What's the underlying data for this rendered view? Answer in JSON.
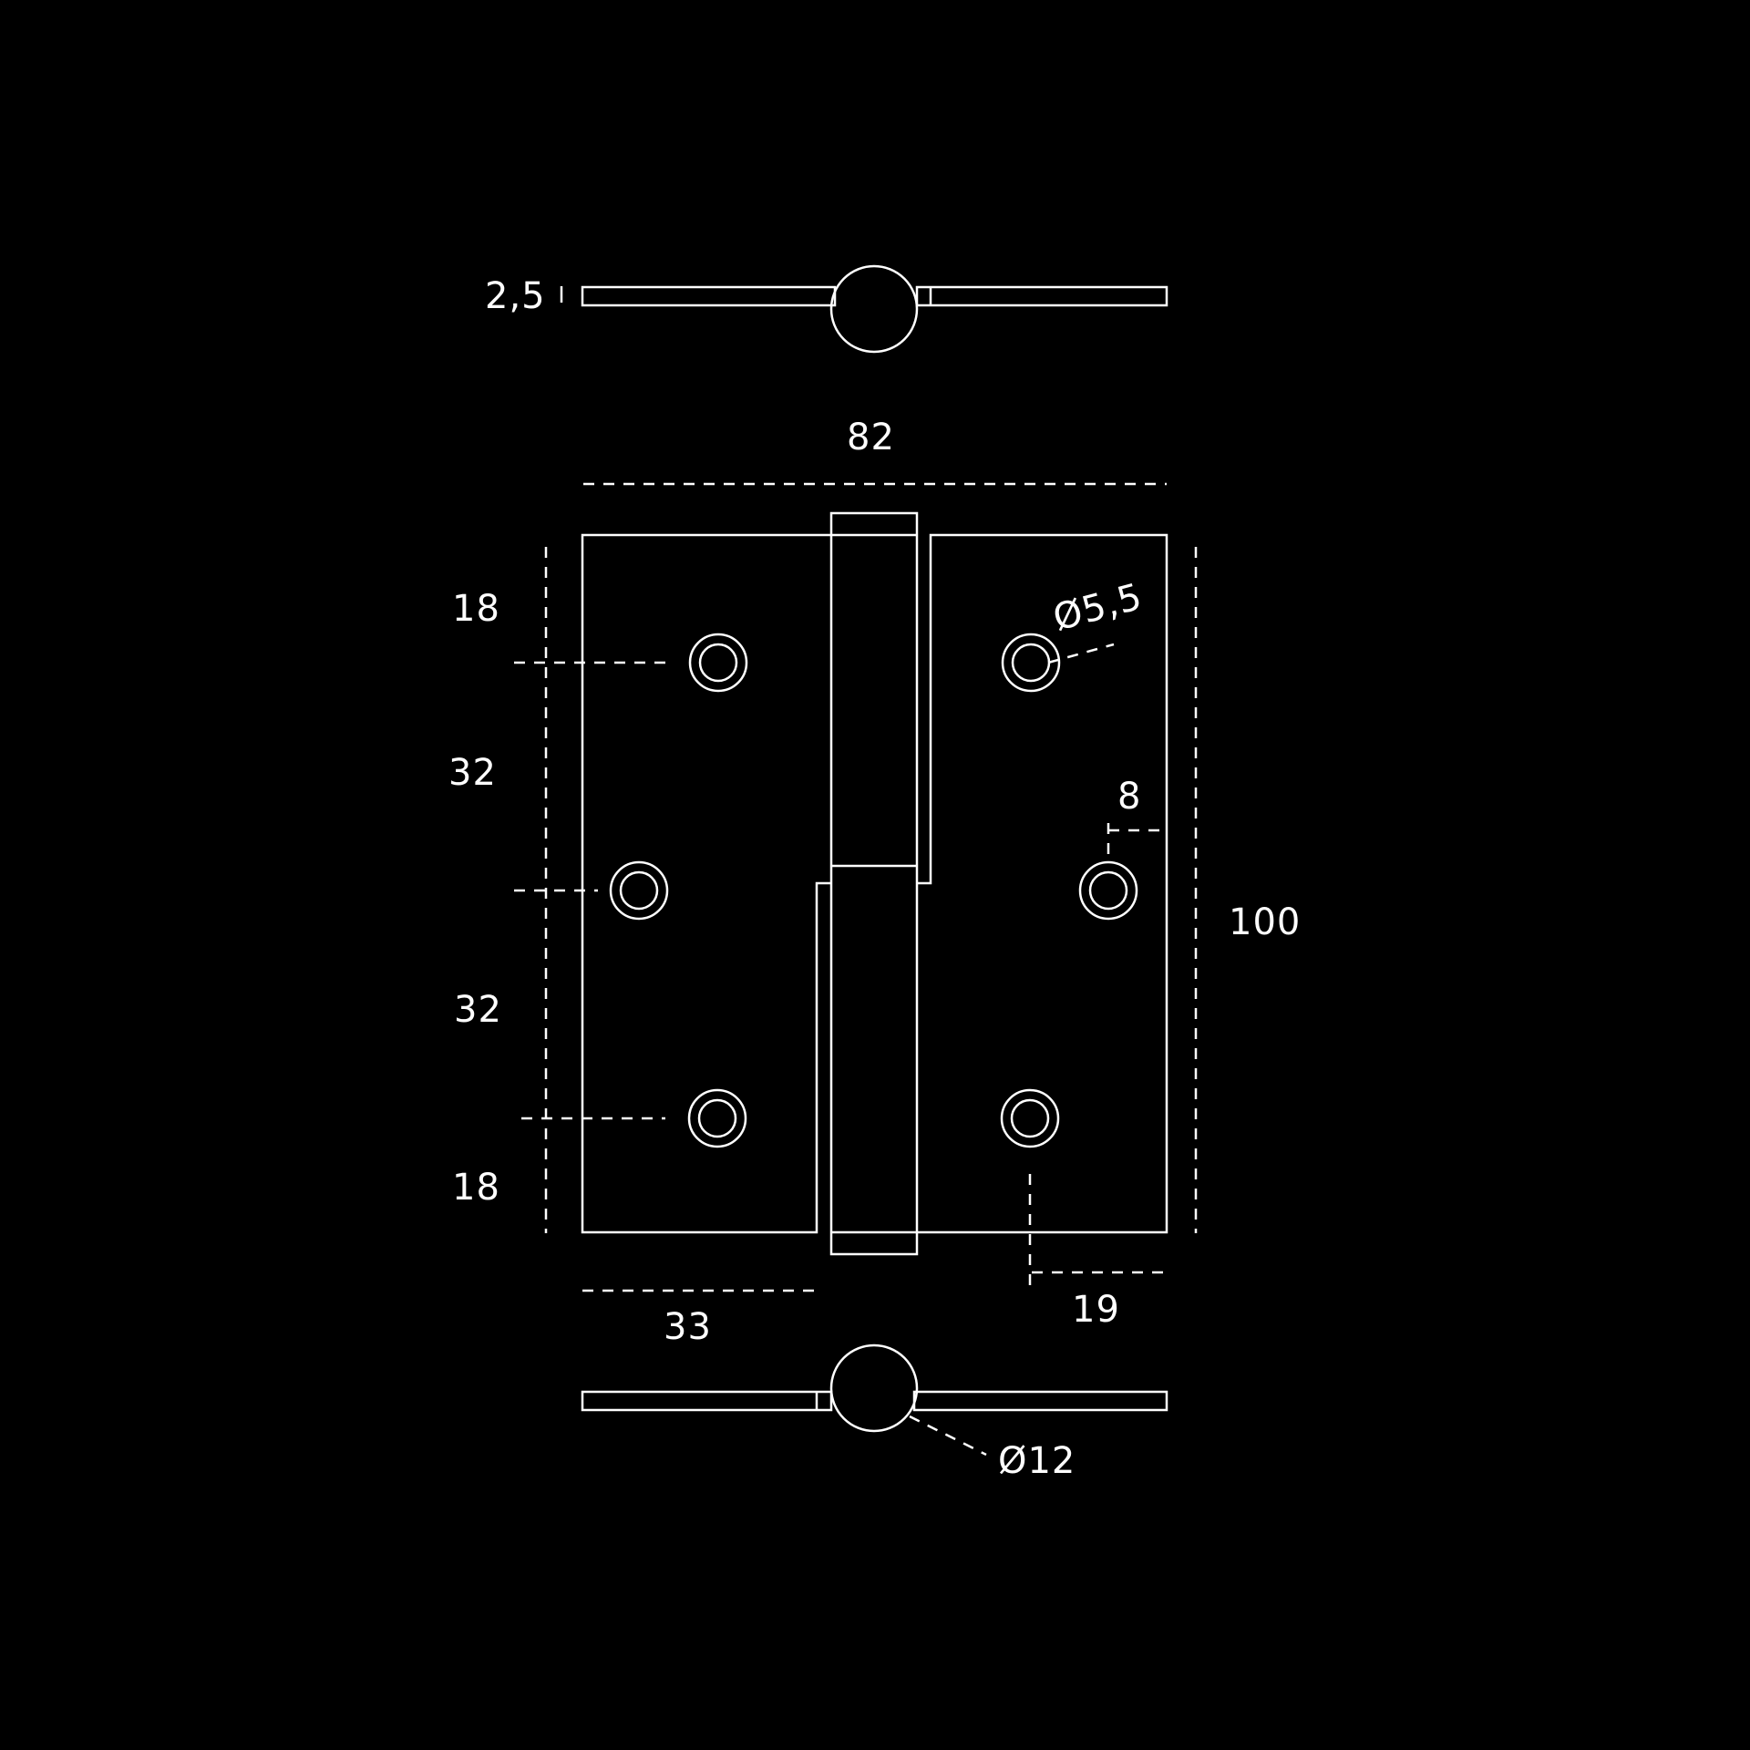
{
  "drawing": {
    "background": "#000000",
    "stroke_color": "#ffffff",
    "dimensions": {
      "thickness": "2,5",
      "overall_width": "82",
      "top_hole_offset": "18",
      "upper_hole_spacing": "32",
      "lower_hole_spacing": "32",
      "bottom_hole_offset": "18",
      "hole_diameter": "Ø5,5",
      "edge_inset": "8",
      "overall_height": "100",
      "left_leaf_width": "33",
      "hole_edge_distance": "19",
      "knuckle_diameter": "Ø12"
    }
  }
}
